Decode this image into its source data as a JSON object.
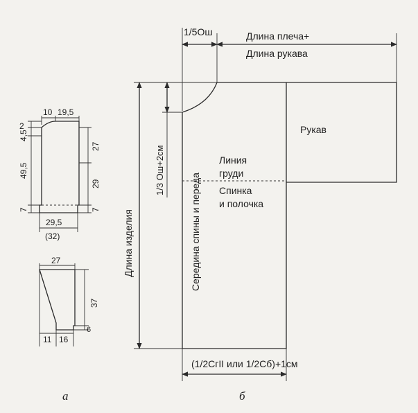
{
  "colors": {
    "paper": "#f3f2ee",
    "ink": "#2b2b2b"
  },
  "small_pattern_a": {
    "top_left": "10",
    "top_right": "19,5",
    "left_2": "2",
    "left_4_5": "4,5",
    "left_49_5": "49,5",
    "left_7": "7",
    "right_27": "27",
    "right_29": "29",
    "right_7": "7",
    "bottom": "29,5",
    "bottom_paren": "(32)"
  },
  "small_pattern_sleeve": {
    "top": "27",
    "right": "37",
    "right_small": "6",
    "bottom_left": "11",
    "bottom_right": "16"
  },
  "label_a": "а",
  "label_b": "б",
  "main": {
    "dim_top_left": "1/5Ош",
    "dim_top_right_line1": "Длина плеча+",
    "dim_top_right_line2": "Длина рукава",
    "dim_left_height": "Длина изделия",
    "dim_left_neck": "1/3 Ош+2см",
    "center_line": "Середина спины и переда",
    "sleeve": "Рукав",
    "chest_line1": "Линия",
    "chest_line2": "груди",
    "back_front_line1": "Спинка",
    "back_front_line2": "и полочка",
    "bottom_dim": "(1/2СгII или 1/2Сб)+1см"
  }
}
